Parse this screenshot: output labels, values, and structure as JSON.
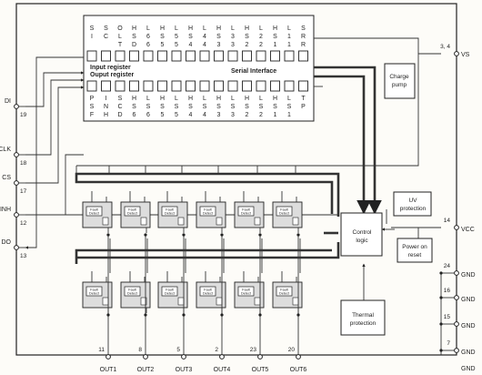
{
  "register": {
    "top_bits": [
      {
        "l1": "S",
        "l2": "I"
      },
      {
        "l1": "S",
        "l2": "C"
      },
      {
        "l1": "O",
        "l2": "L"
      },
      {
        "l1": "H",
        "l2": "S"
      },
      {
        "l1": "L",
        "l2": "6"
      },
      {
        "l1": "H",
        "l2": "S"
      },
      {
        "l1": "L",
        "l2": "5"
      },
      {
        "l1": "H",
        "l2": "S"
      },
      {
        "l1": "L",
        "l2": "4"
      },
      {
        "l1": "H",
        "l2": "S"
      },
      {
        "l1": "L",
        "l2": "3"
      },
      {
        "l1": "H",
        "l2": "S"
      },
      {
        "l1": "L",
        "l2": "2"
      },
      {
        "l1": "H",
        "l2": "S"
      },
      {
        "l1": "L",
        "l2": "1"
      },
      {
        "l1": "S",
        "l2": "R"
      }
    ],
    "top_row3": [
      "T",
      "D",
      "6",
      "5",
      "5",
      "4",
      "4",
      "3",
      "3",
      "2",
      "2",
      "1",
      "1",
      "R"
    ],
    "bottom_bits": [
      {
        "l1": "P",
        "l2": "S"
      },
      {
        "l1": "I",
        "l2": "N"
      },
      {
        "l1": "S",
        "l2": "C"
      },
      {
        "l1": "H",
        "l2": "S"
      },
      {
        "l1": "L",
        "l2": "S"
      },
      {
        "l1": "H",
        "l2": "S"
      },
      {
        "l1": "L",
        "l2": "S"
      },
      {
        "l1": "H",
        "l2": "S"
      },
      {
        "l1": "L",
        "l2": "S"
      },
      {
        "l1": "H",
        "l2": "S"
      },
      {
        "l1": "L",
        "l2": "S"
      },
      {
        "l1": "H",
        "l2": "S"
      },
      {
        "l1": "L",
        "l2": "S"
      },
      {
        "l1": "H",
        "l2": "S"
      },
      {
        "l1": "L",
        "l2": "S"
      },
      {
        "l1": "T",
        "l2": "P"
      }
    ],
    "bottom_row3": [
      "F",
      "H",
      "D",
      "6",
      "6",
      "5",
      "5",
      "4",
      "4",
      "3",
      "3",
      "2",
      "2",
      "1",
      "1"
    ],
    "input_label": "Input register",
    "output_label": "Ouput register",
    "serial_label": "Serial Interface"
  },
  "pins_left": [
    {
      "name": "DI",
      "num": "19"
    },
    {
      "name": "CLK",
      "num": "18"
    },
    {
      "name": "CS",
      "num": "17"
    },
    {
      "name": "INH",
      "num": "12"
    },
    {
      "name": "DO",
      "num": "13"
    }
  ],
  "pins_right": [
    {
      "name": "VS",
      "num": "3, 4"
    },
    {
      "name": "VCC",
      "num": "14"
    },
    {
      "name": "GND",
      "num": "24"
    },
    {
      "name": "GND",
      "num": "16"
    },
    {
      "name": "GND",
      "num": "15"
    },
    {
      "name": "GND",
      "num": "7"
    }
  ],
  "extra_gnd": "GND",
  "blocks": {
    "charge_pump": [
      "Charge",
      "pump"
    ],
    "uv_protection": [
      "UV",
      "protection"
    ],
    "control_logic": [
      "Control",
      "logic"
    ],
    "power_on_reset": [
      "Power on",
      "reset"
    ],
    "thermal_protection": [
      "Thermal",
      "protection"
    ]
  },
  "fault_detect": [
    "Fault",
    "Detect"
  ],
  "outputs": [
    {
      "name": "OUT1",
      "num": "11"
    },
    {
      "name": "OUT2",
      "num": "8"
    },
    {
      "name": "OUT3",
      "num": "5"
    },
    {
      "name": "OUT4",
      "num": "2"
    },
    {
      "name": "OUT5",
      "num": "23"
    },
    {
      "name": "OUT6",
      "num": "20"
    }
  ]
}
